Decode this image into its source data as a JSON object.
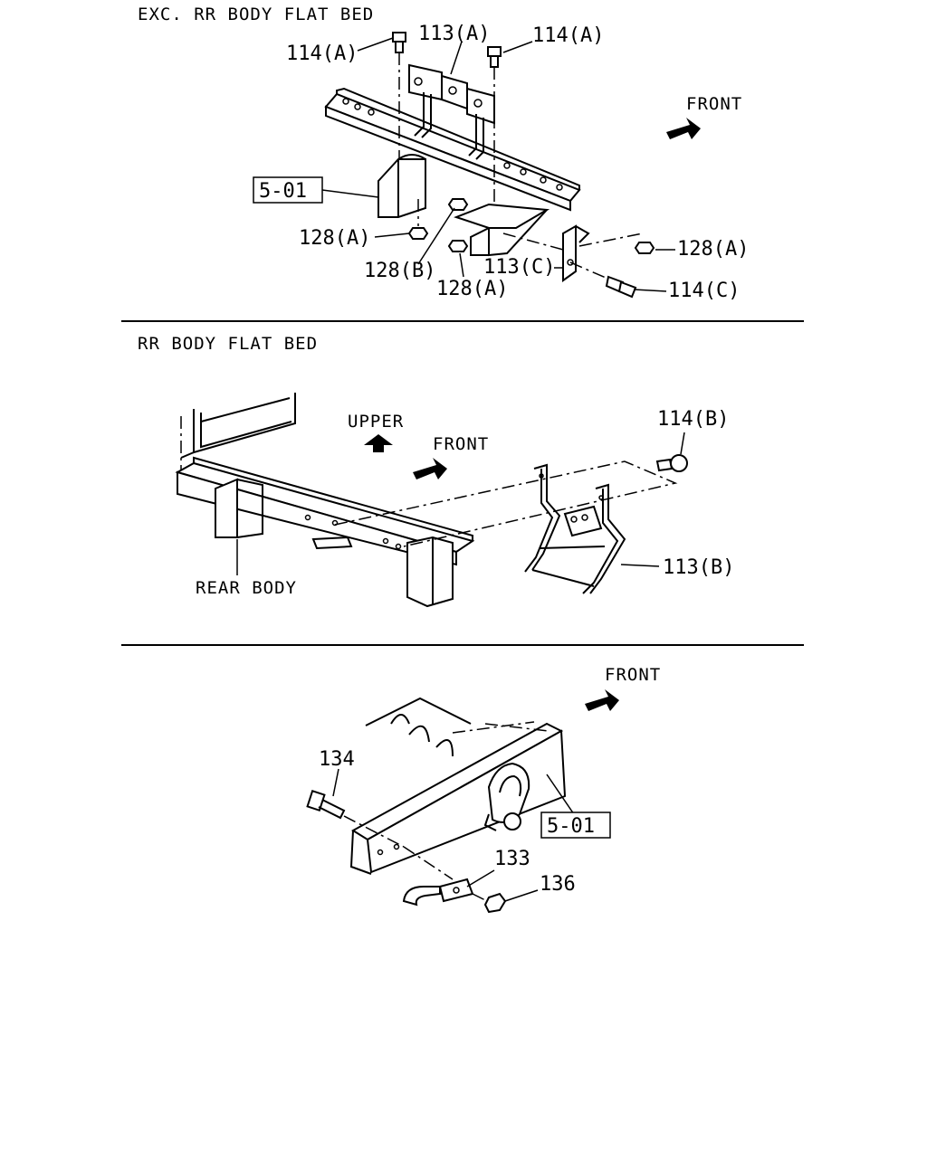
{
  "sections": [
    {
      "title": "EXC. RR BODY FLAT BED"
    },
    {
      "title": "RR BODY FLAT BED"
    },
    {
      "title": ""
    }
  ],
  "direction_labels": {
    "front": "FRONT",
    "upper": "UPPER"
  },
  "labels": {
    "s1_114a_left": "114(A)",
    "s1_113a": "113(A)",
    "s1_114a_right": "114(A)",
    "s1_501": "5-01",
    "s1_128a_left": "128(A)",
    "s1_128b": "128(B)",
    "s1_128a_mid": "128(A)",
    "s1_113c": "113(C)",
    "s1_128a_right": "128(A)",
    "s1_114c": "114(C)",
    "s2_114b": "114(B)",
    "s2_113b": "113(B)",
    "s2_rear_body": "REAR BODY",
    "s3_134": "134",
    "s3_133": "133",
    "s3_136": "136",
    "s3_501": "5-01"
  }
}
